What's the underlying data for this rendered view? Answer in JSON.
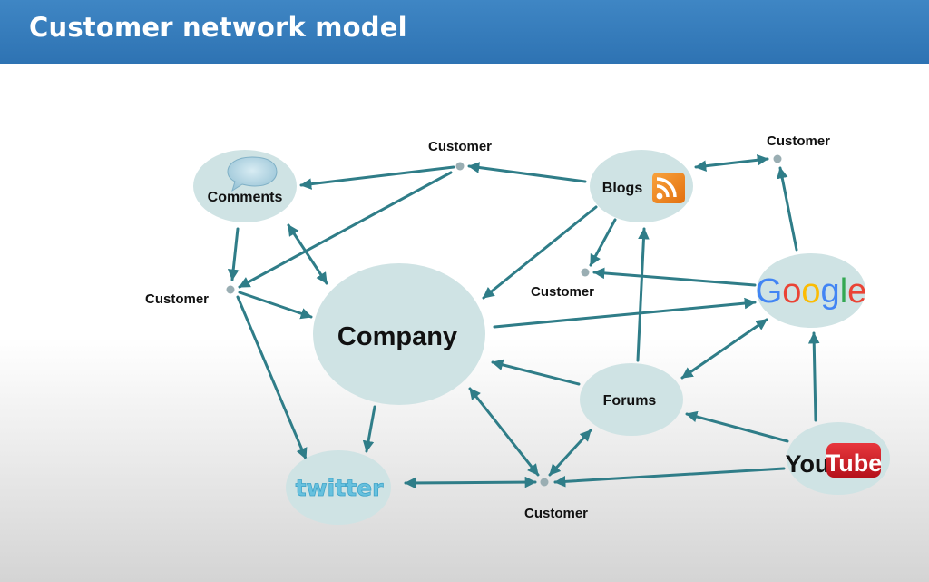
{
  "header": {
    "title": "Customer network model"
  },
  "nodes": {
    "comments": "Comments",
    "company": "Company",
    "blogs": "Blogs",
    "forums": "Forums",
    "twitter": "twitter",
    "google": [
      "G",
      "o",
      "o",
      "g",
      "l",
      "e"
    ],
    "youtube_you": "You",
    "youtube_tube": "Tube"
  },
  "customers": {
    "top_center": "Customer",
    "top_right": "Customer",
    "left": "Customer",
    "middle": "Customer",
    "bottom": "Customer"
  },
  "colors": {
    "node_fill": "#cfe3e4",
    "arrow": "#2f7d88",
    "header_bg": "#2e73b3",
    "google_blue": "#4285F4",
    "google_red": "#EA4335",
    "google_yellow": "#FBBC05",
    "google_green": "#34A853",
    "youtube_red": "#cc181e",
    "rss_orange": "#f28a1e"
  },
  "icons": [
    "speech-bubble-icon",
    "rss-icon",
    "google-logo",
    "youtube-logo",
    "twitter-logo"
  ]
}
